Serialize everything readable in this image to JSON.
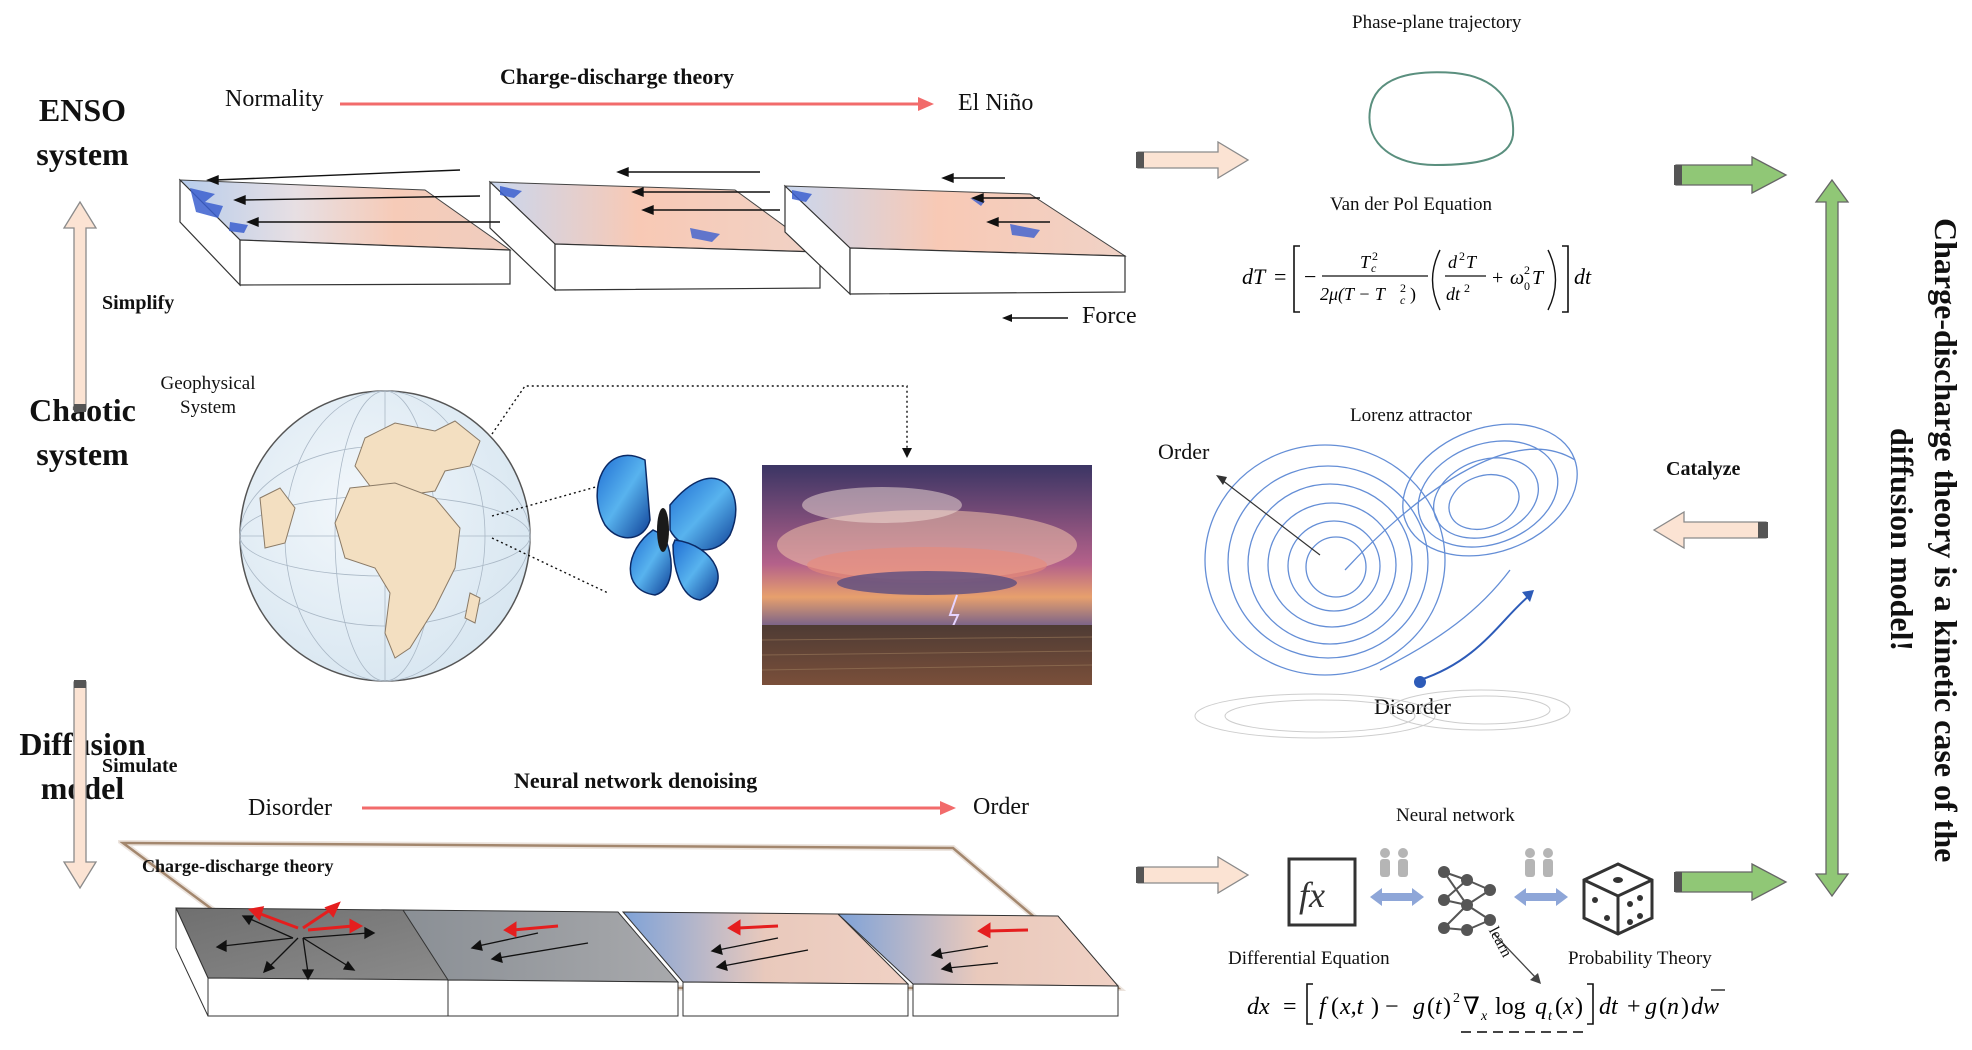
{
  "left": {
    "enso": "ENSO\nsystem",
    "chaotic": "Chaotic\nsystem",
    "diffusion": "Diffusion\nmodel",
    "simplify": "Simplify",
    "simulate": "Simulate"
  },
  "top": {
    "theory": "Charge-discharge theory",
    "from": "Normality",
    "to": "El Niño",
    "force": "Force"
  },
  "geo": {
    "label": "Geophysical\nSystem"
  },
  "bottom": {
    "theory": "Neural network denoising",
    "from": "Disorder",
    "to": "Order",
    "panel_label": "Charge-discharge theory"
  },
  "right_top": {
    "phase_title": "Phase-plane trajectory",
    "vdp_title": "Van der Pol Equation"
  },
  "right_mid": {
    "lorenz_title": "Lorenz attractor",
    "order": "Order",
    "disorder": "Disorder",
    "catalyze": "Catalyze"
  },
  "right_bottom": {
    "nn_title": "Neural network",
    "diff_eq": "Differential Equation",
    "prob": "Probability Theory",
    "learn": "learn"
  },
  "side_title": "Charge-discharge theory is a kinetic case of the diffusion model!",
  "colors": {
    "red_arrow": "#f26b6b",
    "peach": "#fbe3d3",
    "green": "#90c776",
    "blue": "#4a7bd0"
  }
}
